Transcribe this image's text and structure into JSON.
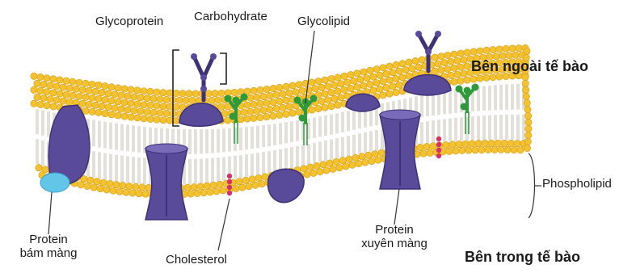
{
  "labels": {
    "glycoprotein": "Glycoprotein",
    "carbohydrate": "Carbohydrate",
    "glycolipid": "Glycolipid",
    "outside": "Bên ngoài tế bào",
    "inside": "Bên trong tế bào",
    "phospholipid": "Phospholipid",
    "peripheral_protein_line1": "Protein",
    "peripheral_protein_line2": "bám màng",
    "cholesterol": "Cholesterol",
    "transmembrane_protein_line1": "Protein",
    "transmembrane_protein_line2": "xuyên màng"
  },
  "colors": {
    "phospholipid_head": "#f2c230",
    "phospholipid_head_edge": "#d79a10",
    "tail": "#e8e6df",
    "protein": "#5a4a9a",
    "protein_dark": "#3e3176",
    "peripheral_protein_tip": "#62c6e8",
    "glycolipid": "#2f9a3c",
    "cholesterol": "#d8306a",
    "leader_line": "#333333"
  }
}
